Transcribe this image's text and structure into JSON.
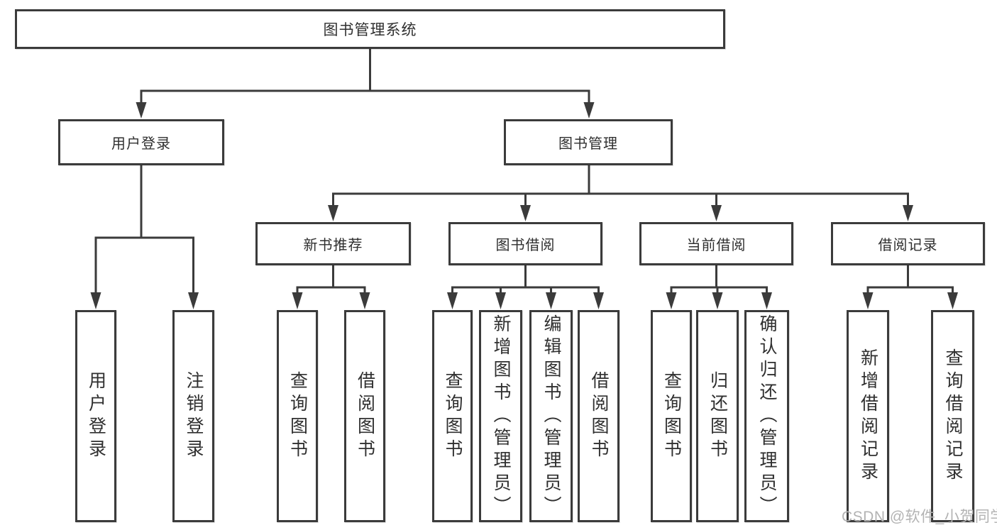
{
  "diagram": {
    "root": {
      "label": "图书管理系统"
    },
    "level2": [
      {
        "label": "用户登录"
      },
      {
        "label": "图书管理"
      }
    ],
    "level3": [
      {
        "label": "新书推荐"
      },
      {
        "label": "图书借阅"
      },
      {
        "label": "当前借阅"
      },
      {
        "label": "借阅记录"
      }
    ],
    "leaves": [
      {
        "label": "用户登录"
      },
      {
        "label": "注销登录"
      },
      {
        "label": "查询图书"
      },
      {
        "label": "借阅图书"
      },
      {
        "label": "查询图书"
      },
      {
        "label": "新增图书（管理员）"
      },
      {
        "label": "编辑图书（管理员）"
      },
      {
        "label": "借阅图书"
      },
      {
        "label": "查询图书"
      },
      {
        "label": "归还图书"
      },
      {
        "label": "确认归还（管理员）"
      },
      {
        "label": "新增借阅记录"
      },
      {
        "label": "查询借阅记录"
      }
    ]
  },
  "watermark": {
    "text": "CSDN @软件_小贺同学"
  },
  "colors": {
    "line": "#3b3b3b",
    "text": "#2f2f2f",
    "box_background": "#ffffff",
    "canvas_background": "#ffffff",
    "watermark": "#b3b3b3"
  }
}
